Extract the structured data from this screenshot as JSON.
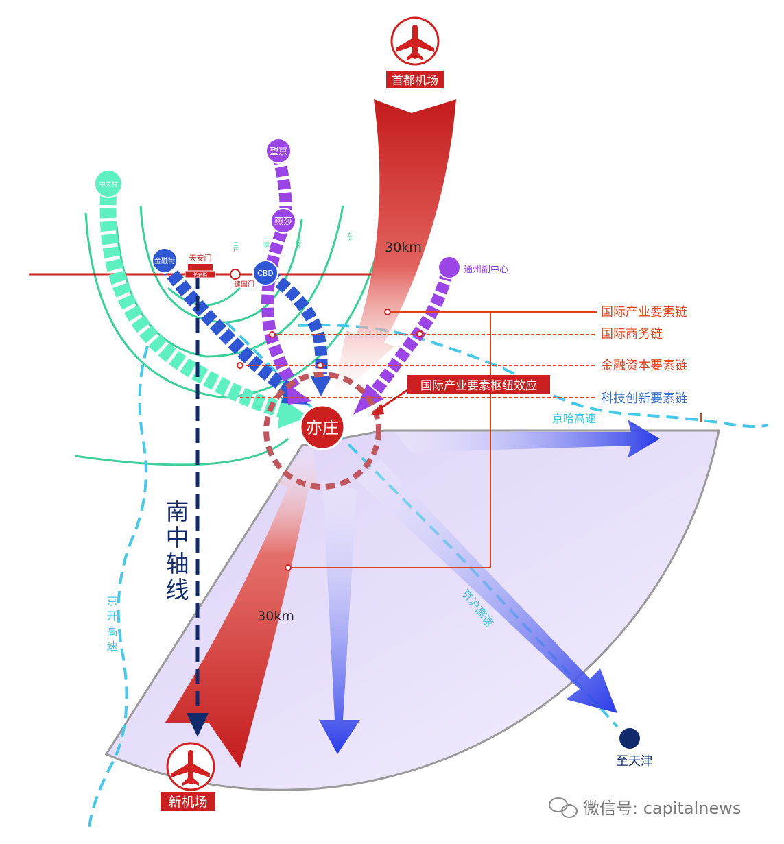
{
  "nodes": {
    "center": "亦庄",
    "capital_airport": "首都机场",
    "new_airport": "新机场",
    "wangjing": "望京",
    "yansha": "燕莎",
    "zhongguancun": "中关村",
    "jinrongjie": "金融街",
    "tiananmen": "天安门",
    "changanjie": "长安街",
    "cbd": "CBD",
    "jianguomen": "建国门",
    "tongzhou": "通州副中心",
    "tianjin": "至天津"
  },
  "distances": {
    "north": "30km",
    "south": "30km"
  },
  "chains": [
    "国际产业要素链",
    "国际商务链",
    "金融资本要素链",
    "科技创新要素链"
  ],
  "hub_effect": "国际产业要素枢纽效应",
  "axis_label": "南中轴线",
  "ring_labels": [
    "二环",
    "三环",
    "四环",
    "五环"
  ],
  "roads": {
    "jingha": "京哈高速",
    "jinghu": "京沪高速",
    "jingkai": "京开高速"
  },
  "watermark": "微信号: capitalnews",
  "colors": {
    "red": "#cc1f1f",
    "chain_text": "#e0401a",
    "chain_blue": "#3a6fc8",
    "purple": "#9b45e6",
    "green": "#54e8b5",
    "blue": "#2a5bd7",
    "navy": "#102a6b",
    "cyan": "#3cc6e6",
    "ring": "#3ccf98"
  }
}
